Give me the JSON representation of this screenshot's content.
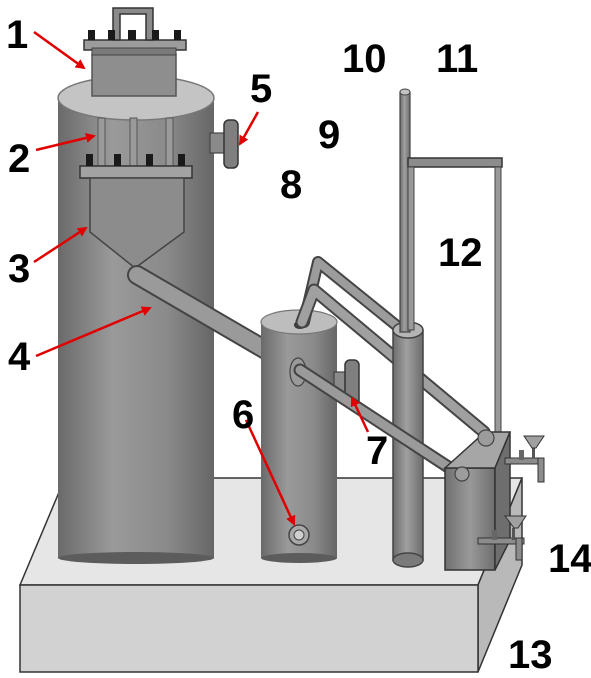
{
  "labels": {
    "l1": "1",
    "l2": "2",
    "l3": "3",
    "l4": "4",
    "l5": "5",
    "l6": "6",
    "l7": "7",
    "l8": "8",
    "l9": "9",
    "l10": "10",
    "l11": "11",
    "l12": "12",
    "l13": "13",
    "l14": "14"
  },
  "colors": {
    "arrow": "#e00000",
    "part_gray": "#8c8c8c",
    "part_dark": "#5e5e5e",
    "base_gray": "#cfcfcf",
    "bolt": "#1a1a1a"
  }
}
